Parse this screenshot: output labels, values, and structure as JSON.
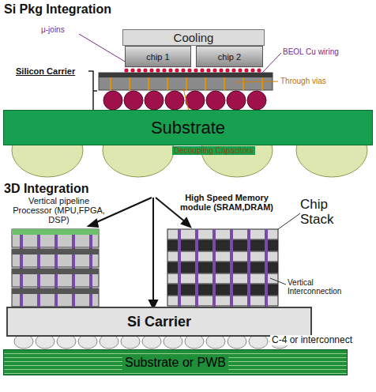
{
  "diagram": {
    "nodes": [
      {
        "text": [
          "Cooling"
        ]
      },
      {
        "text": [
          "chip 1"
        ]
      },
      {
        "text": [
          "chip 2"
        ]
      },
      {
        "text": [
          "Substrate"
        ]
      },
      {
        "text": [
          "Si Carrier"
        ]
      },
      {
        "text": [
          "Substrate or PWB"
        ]
      }
    ],
    "labels": [
      "Si Pkg Integration",
      "μ-joins",
      "BEOL Cu wiring",
      "Silicon Carrier",
      "Through vias",
      "Decoupling Capacitors",
      "3D Integration",
      "Vertical pipeline Processor (MPU,FPGA, DSP)",
      "High Speed Memory module (SRAM,DRAM)",
      "Chip Stack",
      "Vertical Interconnection",
      "C-4 or interconnect"
    ]
  }
}
